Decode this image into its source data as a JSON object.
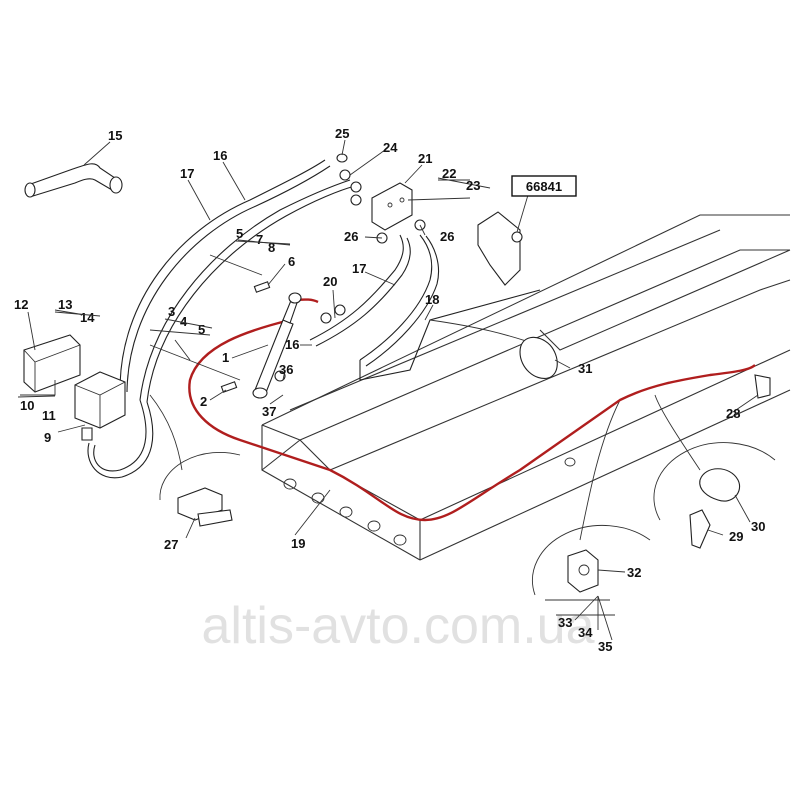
{
  "diagram": {
    "part_ref": "66841",
    "watermark": "altis-avto.com.ua",
    "callouts": [
      {
        "id": "c15",
        "text": "15"
      },
      {
        "id": "c16a",
        "text": "16"
      },
      {
        "id": "c17a",
        "text": "17"
      },
      {
        "id": "c25",
        "text": "25"
      },
      {
        "id": "c24",
        "text": "24"
      },
      {
        "id": "c21",
        "text": "21"
      },
      {
        "id": "c22",
        "text": "22"
      },
      {
        "id": "c23",
        "text": "23"
      },
      {
        "id": "c5a",
        "text": "5"
      },
      {
        "id": "c7",
        "text": "7"
      },
      {
        "id": "c8",
        "text": "8"
      },
      {
        "id": "c6",
        "text": "6"
      },
      {
        "id": "c26a",
        "text": "26"
      },
      {
        "id": "c26b",
        "text": "26"
      },
      {
        "id": "c17b",
        "text": "17"
      },
      {
        "id": "c20",
        "text": "20"
      },
      {
        "id": "c18",
        "text": "18"
      },
      {
        "id": "c12",
        "text": "12"
      },
      {
        "id": "c13",
        "text": "13"
      },
      {
        "id": "c14",
        "text": "14"
      },
      {
        "id": "c3",
        "text": "3"
      },
      {
        "id": "c4",
        "text": "4"
      },
      {
        "id": "c5b",
        "text": "5"
      },
      {
        "id": "c16b",
        "text": "16"
      },
      {
        "id": "c1",
        "text": "1"
      },
      {
        "id": "c36",
        "text": "36"
      },
      {
        "id": "c2",
        "text": "2"
      },
      {
        "id": "c37",
        "text": "37"
      },
      {
        "id": "c10",
        "text": "10"
      },
      {
        "id": "c11",
        "text": "11"
      },
      {
        "id": "c9",
        "text": "9"
      },
      {
        "id": "c31",
        "text": "31"
      },
      {
        "id": "c28",
        "text": "28"
      },
      {
        "id": "c27",
        "text": "27"
      },
      {
        "id": "c19",
        "text": "19"
      },
      {
        "id": "c29",
        "text": "29"
      },
      {
        "id": "c30",
        "text": "30"
      },
      {
        "id": "c32",
        "text": "32"
      },
      {
        "id": "c33",
        "text": "33"
      },
      {
        "id": "c34",
        "text": "34"
      },
      {
        "id": "c35",
        "text": "35"
      }
    ]
  }
}
